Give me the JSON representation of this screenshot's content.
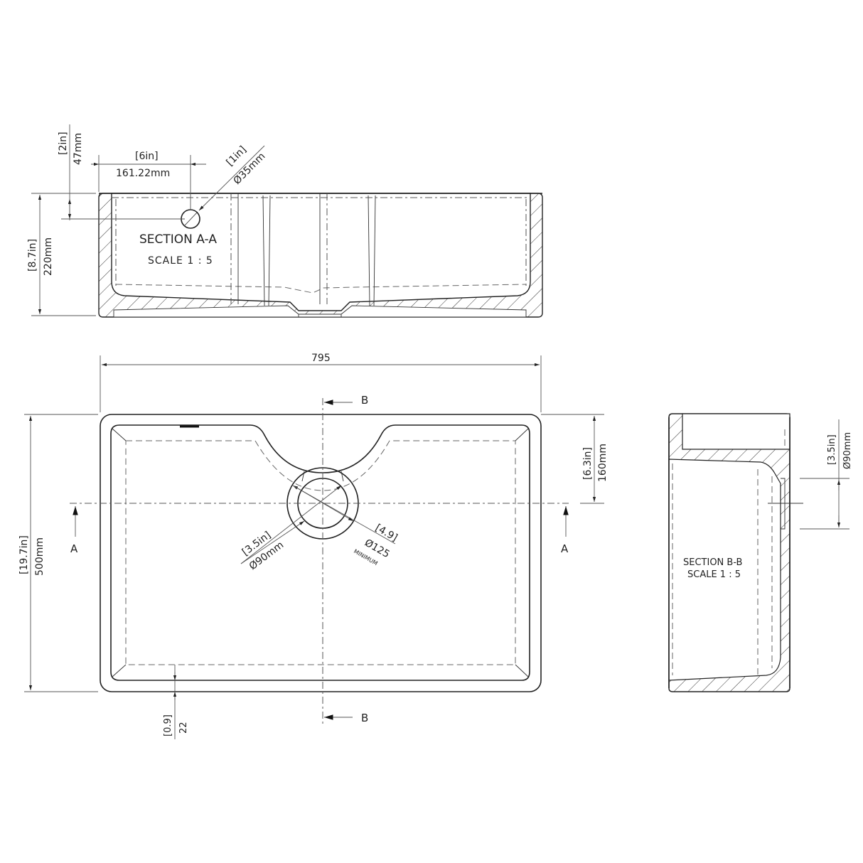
{
  "section_aa": {
    "title": "SECTION A-A",
    "scale": "SCALE 1 : 5",
    "dims": {
      "rim_to_hole_in": "[2in]",
      "rim_to_hole_mm": "47mm",
      "edge_to_hole_in": "[6in]",
      "edge_to_hole_mm": "161.22mm",
      "hole_dia_in": "[1in]",
      "hole_dia_mm": "Ø35mm",
      "height_in": "[8.7in]",
      "height_mm": "220mm"
    }
  },
  "plan_view": {
    "width": "795",
    "height_in": "[19.7in]",
    "height_mm": "500mm",
    "waste_offset_in": "[6.3in]",
    "waste_offset_mm": "160mm",
    "waste_dia_in": "[3.5in]",
    "waste_dia_mm": "Ø90mm",
    "cutout_dia_in": "[4.9]",
    "cutout_dia_mm": "Ø125",
    "cutout_note": "MINIMUM",
    "wall_in": "[0.9]",
    "wall_mm": "22",
    "section_marker_a": "A",
    "section_marker_b": "B"
  },
  "section_bb": {
    "title": "SECTION B-B",
    "scale": "SCALE 1 : 5",
    "waste_dia_in": "[3.5in]",
    "waste_dia_mm": "Ø90mm"
  },
  "colors": {
    "line": "#222222",
    "background": "#ffffff"
  }
}
